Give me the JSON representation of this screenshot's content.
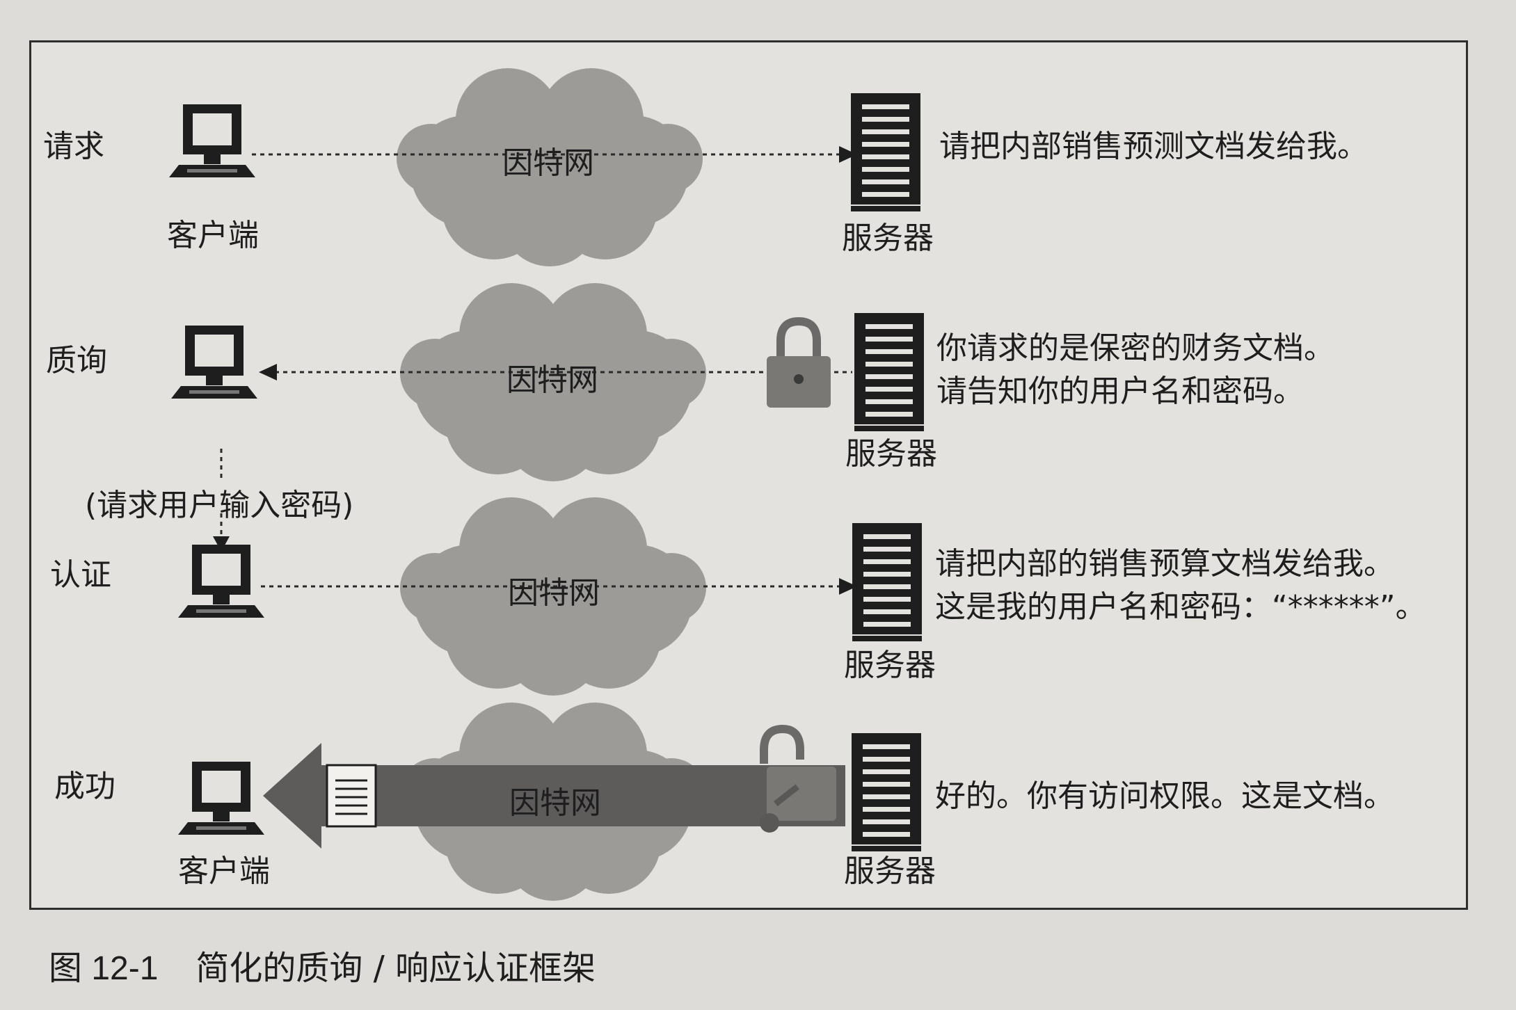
{
  "steps": [
    {
      "label": "请求",
      "client_label": "客户端",
      "network_label": "因特网",
      "server_label": "服务器",
      "message": [
        "请把内部销售预测文档发给我。"
      ]
    },
    {
      "label": "质询",
      "client_label": "",
      "network_label": "因特网",
      "server_label": "服务器",
      "message": [
        "你请求的是保密的财务文档。",
        "请告知你的用户名和密码。"
      ]
    },
    {
      "label": "认证",
      "client_label": "",
      "network_label": "因特网",
      "server_label": "服务器",
      "message": [
        "请把内部的销售预算文档发给我。",
        "这是我的用户名和密码：“******”。"
      ]
    },
    {
      "label": "成功",
      "client_label": "客户端",
      "network_label": "因特网",
      "server_label": "服务器",
      "message": [
        "好的。你有访问权限。这是文档。"
      ]
    }
  ],
  "prompt_note": "(请求用户输入密码)",
  "caption": {
    "number": "图 12-1",
    "title": "简化的质询 / 响应认证框架"
  }
}
